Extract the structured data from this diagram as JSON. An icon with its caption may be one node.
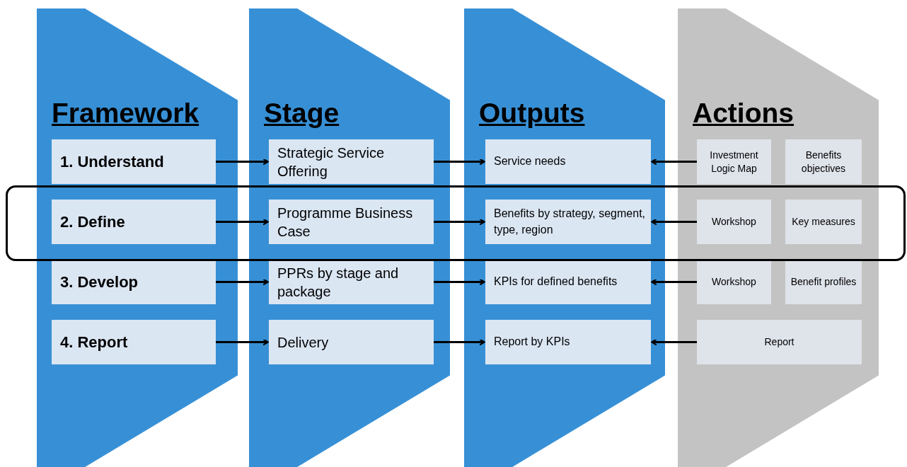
{
  "diagram": {
    "nodes": [
      {
        "text": [
          "Framework"
        ]
      },
      {
        "text": [
          "1. Understand"
        ],
        "in": 0
      },
      {
        "text": [
          "2. Define"
        ],
        "in": 0
      },
      {
        "text": [
          "3. Develop"
        ],
        "in": 0
      },
      {
        "text": [
          "4. Report"
        ],
        "in": 0
      },
      {
        "text": [
          "Stage"
        ]
      },
      {
        "text": [
          "Strategic Service Offering"
        ],
        "in": 5
      },
      {
        "text": [
          "Programme Business Case"
        ],
        "in": 5
      },
      {
        "text": [
          "PPRs by stage and package"
        ],
        "in": 5
      },
      {
        "text": [
          "Delivery"
        ],
        "in": 5
      },
      {
        "text": [
          "Outputs"
        ]
      },
      {
        "text": [
          "Service needs"
        ],
        "in": 10
      },
      {
        "text": [
          "Benefits by strategy, segment, type, region"
        ],
        "in": 10
      },
      {
        "text": [
          "KPIs for defined benefits"
        ],
        "in": 10
      },
      {
        "text": [
          "Report by KPIs"
        ],
        "in": 10
      },
      {
        "text": [
          "Actions"
        ]
      },
      {
        "text": [
          "Investment Logic Map"
        ],
        "in": 15
      },
      {
        "text": [
          "Benefits objectives"
        ],
        "in": 15
      },
      {
        "text": [
          "Workshop"
        ],
        "in": 15
      },
      {
        "text": [
          "Key measures"
        ],
        "in": 15
      },
      {
        "text": [
          "Workshop"
        ],
        "in": 15
      },
      {
        "text": [
          "Benefit profiles"
        ],
        "in": 15
      },
      {
        "text": [
          "Report"
        ],
        "in": 15
      }
    ],
    "edges": [
      {
        "from": 1,
        "to": 6,
        "arrow": "to"
      },
      {
        "from": 6,
        "to": 11,
        "arrow": "to"
      },
      {
        "from": 16,
        "to": 11,
        "arrow": "to"
      },
      {
        "from": 2,
        "to": 7,
        "arrow": "to"
      },
      {
        "from": 7,
        "to": 12,
        "arrow": "to"
      },
      {
        "from": 18,
        "to": 12,
        "arrow": "to"
      },
      {
        "from": 3,
        "to": 8,
        "arrow": "to"
      },
      {
        "from": 8,
        "to": 13,
        "arrow": "to"
      },
      {
        "from": 20,
        "to": 13,
        "arrow": "to"
      },
      {
        "from": 4,
        "to": 9,
        "arrow": "to"
      },
      {
        "from": 9,
        "to": 14,
        "arrow": "to"
      },
      {
        "from": 22,
        "to": 14,
        "arrow": "to"
      }
    ]
  }
}
